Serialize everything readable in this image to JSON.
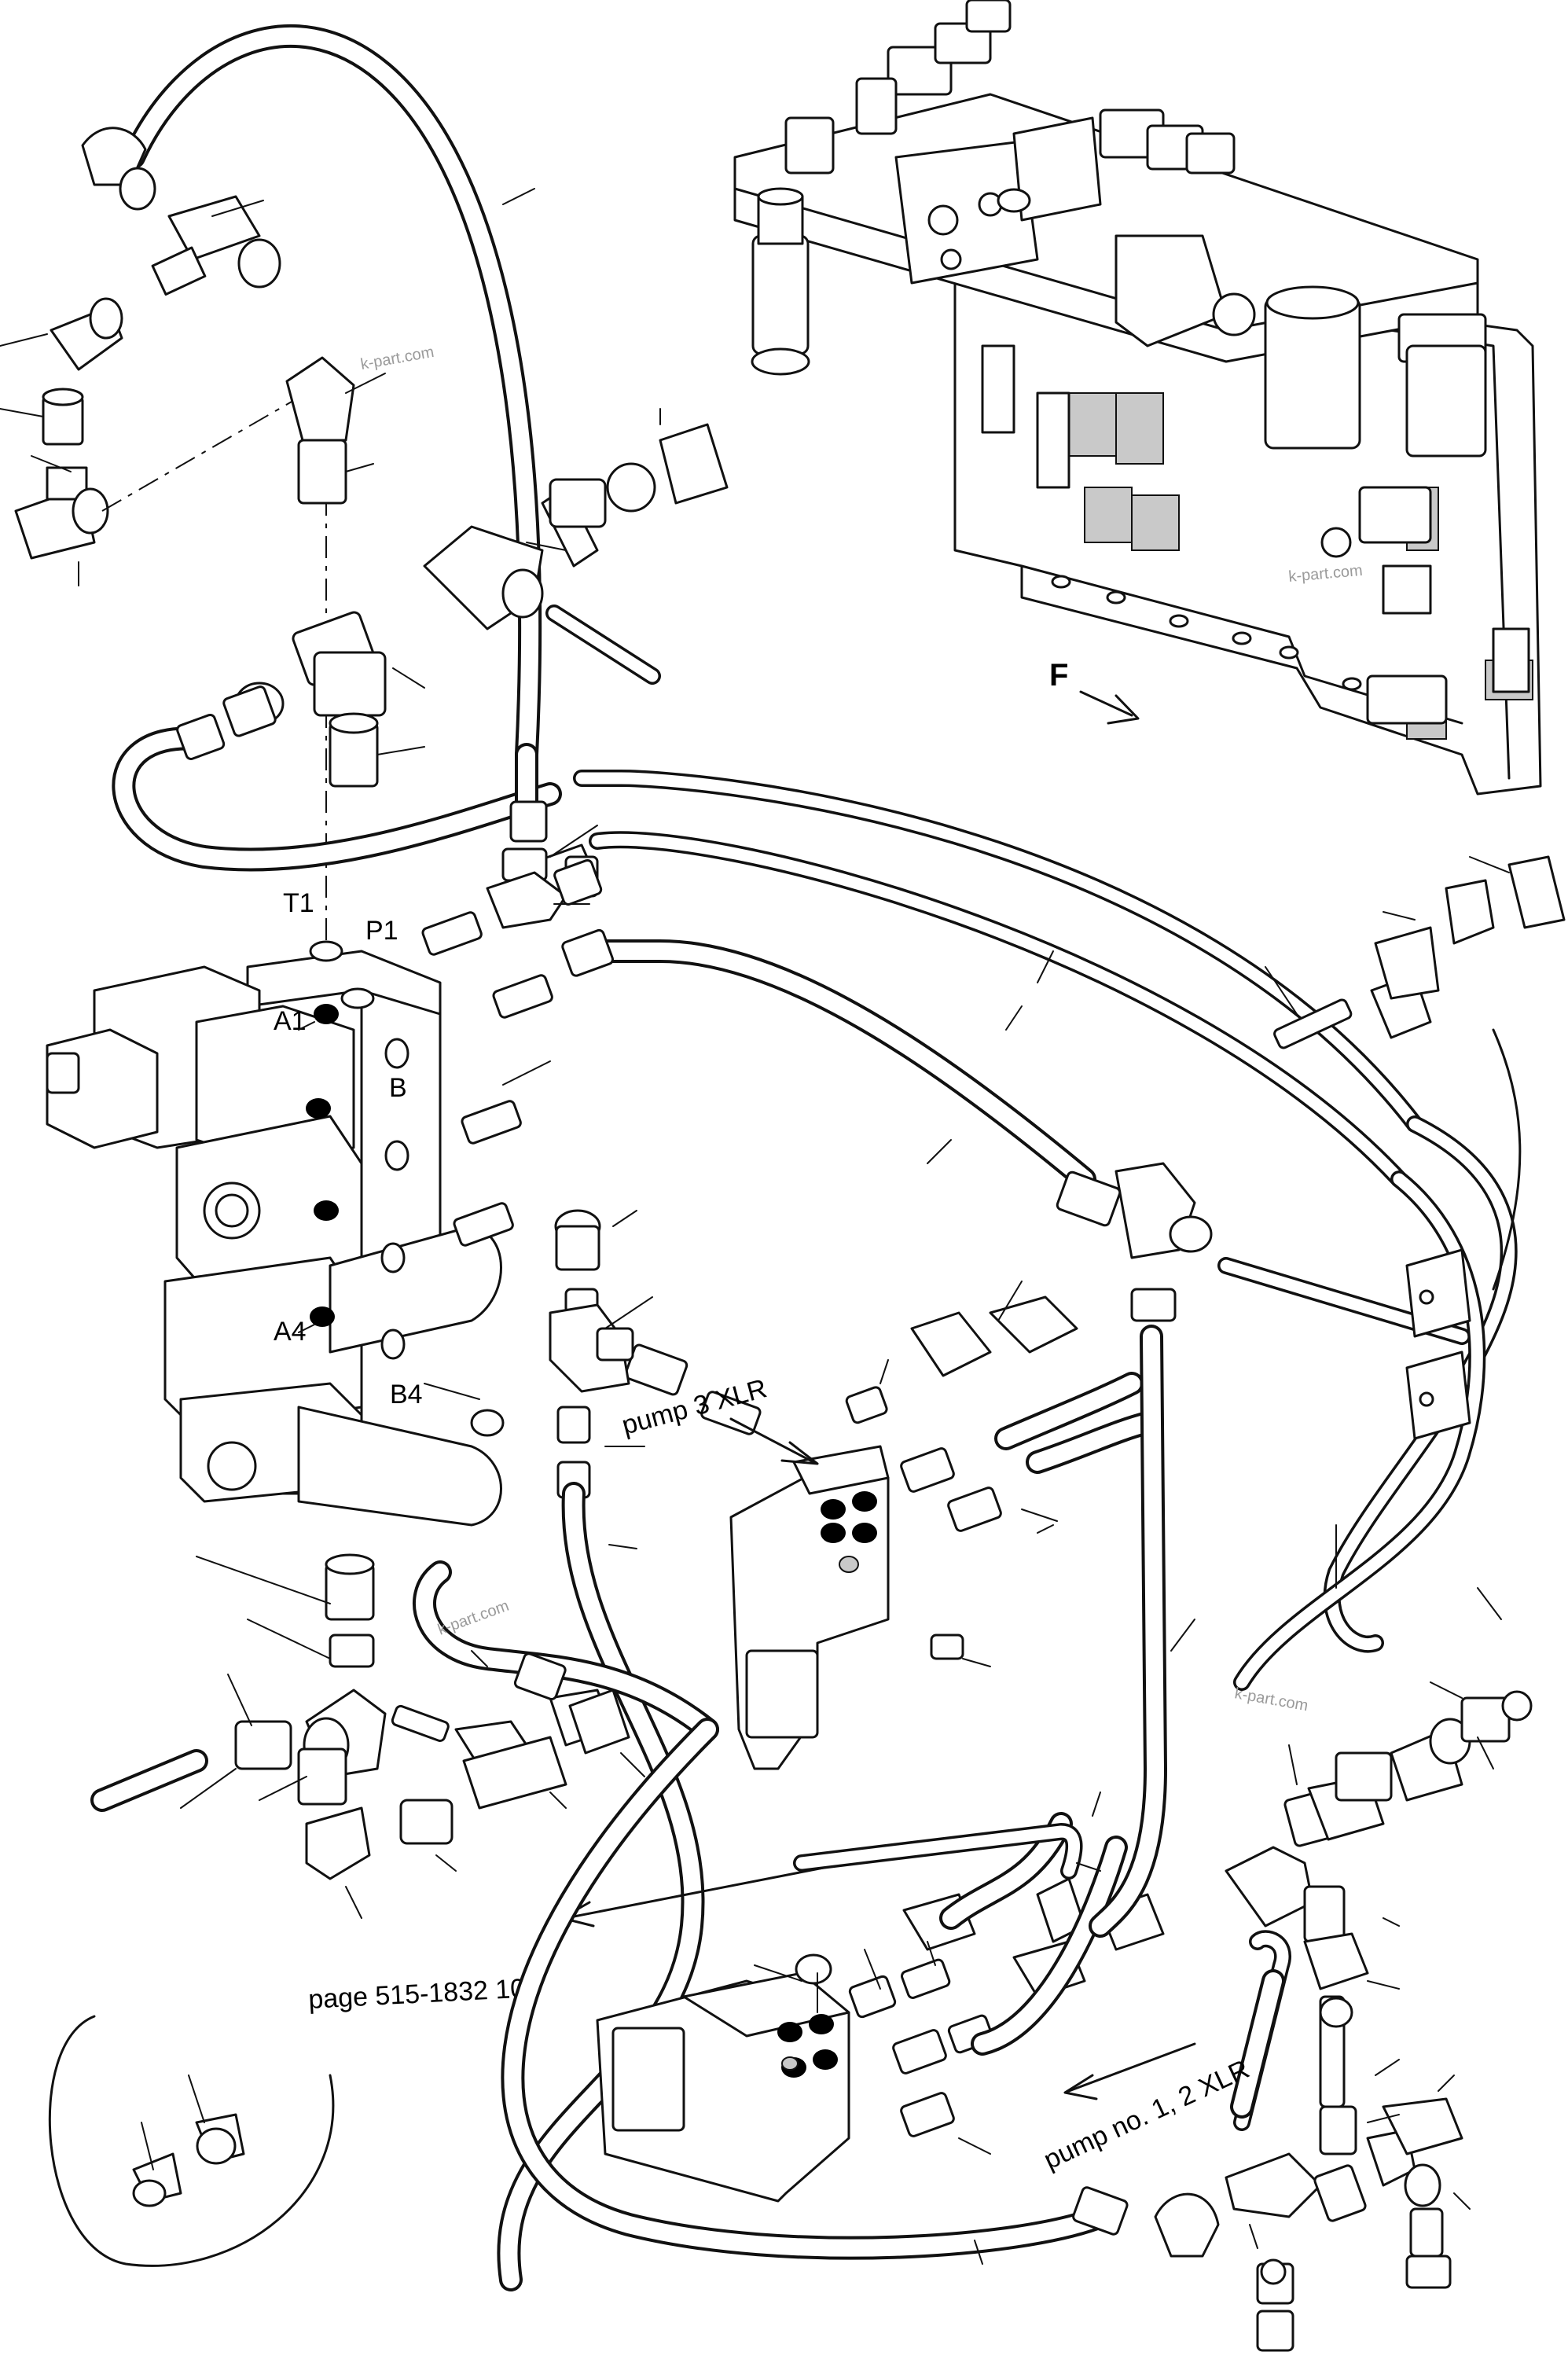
{
  "diagram": {
    "port_labels": {
      "t1": "T1",
      "p1": "P1",
      "a1": "A1",
      "b": "B",
      "a4": "A4",
      "b4": "B4"
    },
    "direction_label": "F",
    "callouts": {
      "pump3": "pump 3 XLR",
      "page_ref": "page 515-1832   106",
      "pump12": "pump no. 1, 2 XLR"
    },
    "watermarks": [
      "k-part.com",
      "k-part.com",
      "k-part.com",
      "k-part.com"
    ]
  }
}
